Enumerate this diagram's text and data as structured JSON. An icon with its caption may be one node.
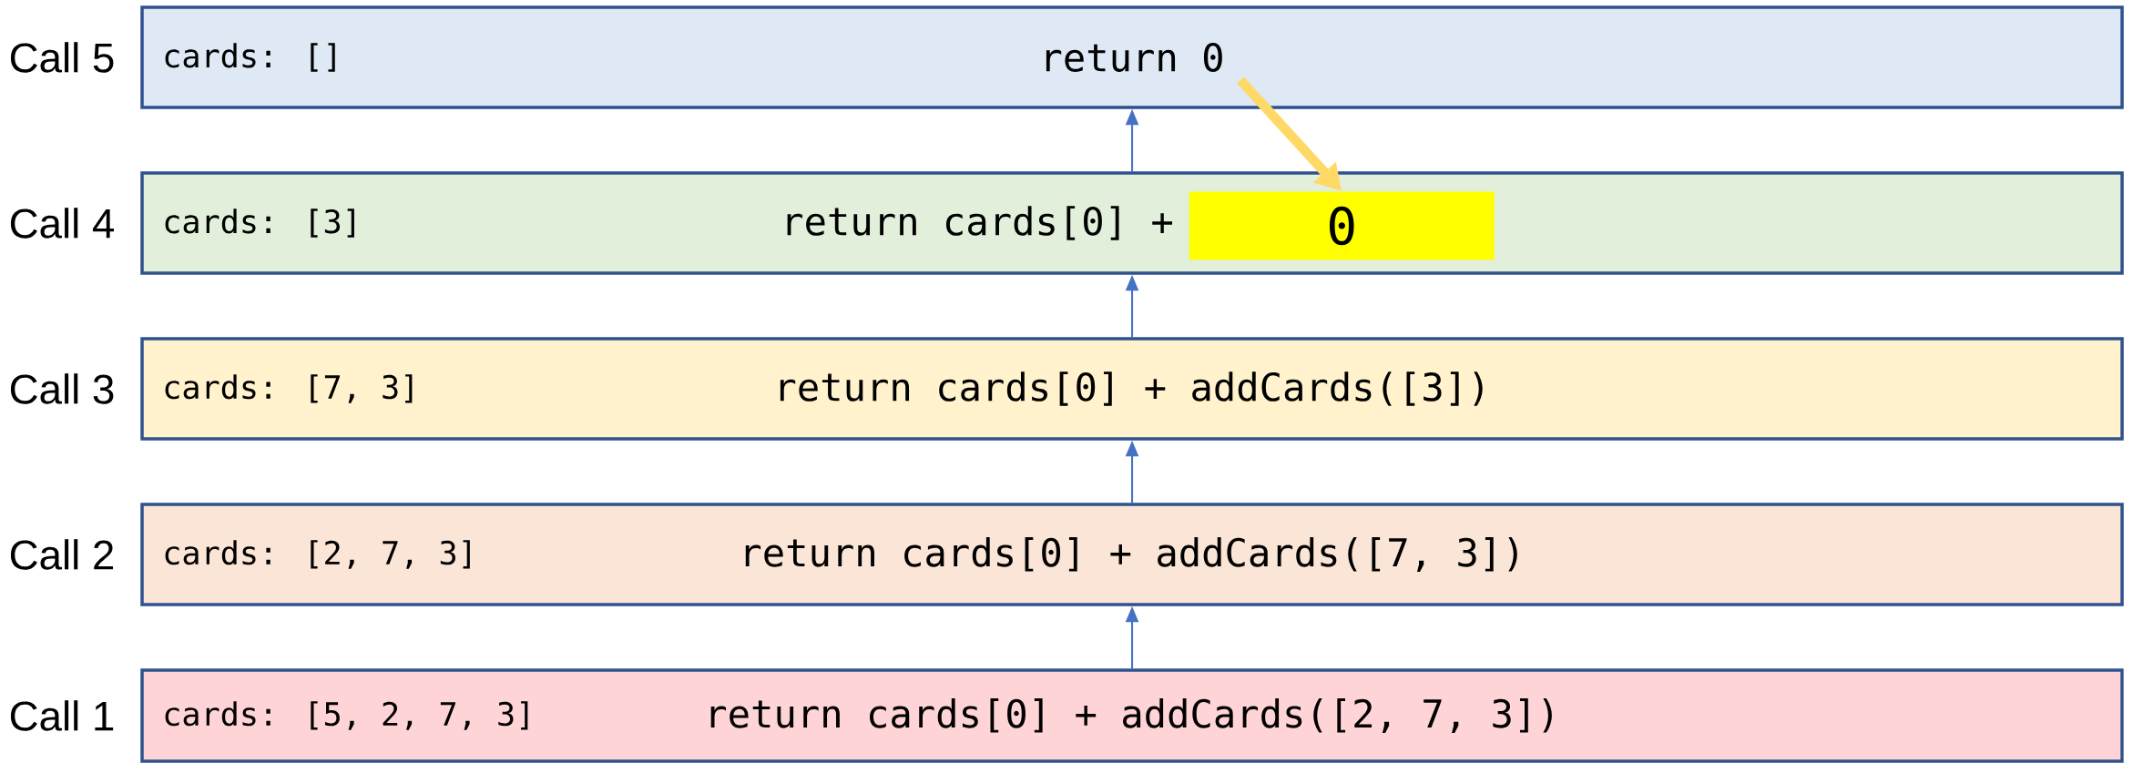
{
  "diagram": {
    "nodes": [
      {
        "text": [
          "cards: []",
          "return 0"
        ],
        "beside": [
          "Call 5"
        ]
      },
      {
        "text": [
          "cards: [3]",
          "return cards[0] +"
        ],
        "beside": [
          "Call 4"
        ]
      },
      {
        "text": [
          "0"
        ],
        "in": 1
      },
      {
        "text": [
          "cards: [7, 3]",
          "return cards[0] + addCards([3])"
        ],
        "beside": [
          "Call 3"
        ]
      },
      {
        "text": [
          "cards: [2, 7, 3]",
          "return cards[0] + addCards([7, 3])"
        ],
        "beside": [
          "Call 2"
        ]
      },
      {
        "text": [
          "cards: [5, 2, 7, 3]",
          "return cards[0] + addCards([2, 7, 3])"
        ],
        "beside": [
          "Call 1"
        ]
      }
    ],
    "edges": [
      {
        "from": 1,
        "to": 0,
        "arrow": "to"
      },
      {
        "from": 3,
        "to": 1,
        "arrow": "to"
      },
      {
        "from": 4,
        "to": 3,
        "arrow": "to"
      },
      {
        "from": 5,
        "to": 4,
        "arrow": "to"
      },
      {
        "from": 0,
        "to": 2,
        "arrow": "to",
        "style": "thick",
        "color": "#ffd966"
      }
    ]
  }
}
